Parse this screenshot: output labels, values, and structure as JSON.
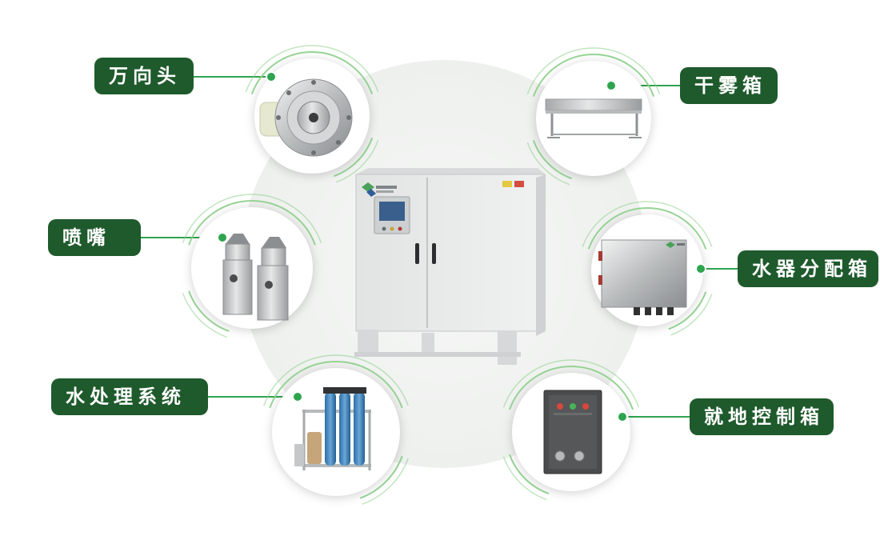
{
  "labels": {
    "universal_head": "万向头",
    "dry_fog_box": "干雾箱",
    "nozzle": "喷嘴",
    "water_distribution_box": "水器分配箱",
    "water_treatment": "水处理系统",
    "local_control_box": "就地控制箱"
  },
  "colors": {
    "label_bg": "#1f5a2c",
    "connector": "#2fa44f",
    "arc": "#8ed08c",
    "cabinet": "#e9eaea",
    "hub_fill": "#f1f2f1"
  },
  "icons": [
    "universal-head-icon",
    "dry-fog-box-icon",
    "nozzle-icon",
    "water-distributor-icon",
    "water-treatment-icon",
    "control-box-icon",
    "main-cabinet-icon",
    "brand-logo-icon"
  ]
}
